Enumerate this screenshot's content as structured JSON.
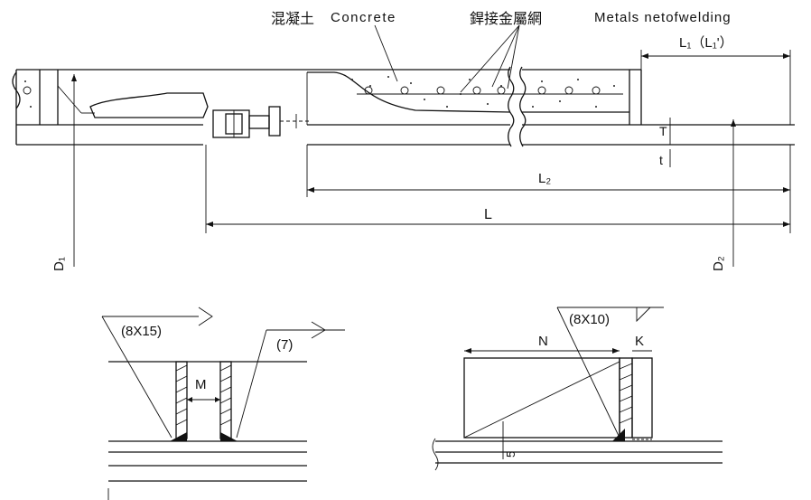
{
  "labels": {
    "concrete_cn": "混凝土",
    "concrete_en": "Concrete",
    "mesh_cn": "銲接金屬網",
    "mesh_en": "Metals netofwelding",
    "L1": "L₁（L₁'）",
    "L2": "L₂",
    "L": "L",
    "T": "T",
    "t": "t",
    "D1": "D₁",
    "D2": "D₂",
    "weld_left": "(8X15)",
    "weld_right": "(7)",
    "M": "M",
    "weld_detail": "(8X10)",
    "N": "N",
    "K": "K",
    "five": "5"
  }
}
